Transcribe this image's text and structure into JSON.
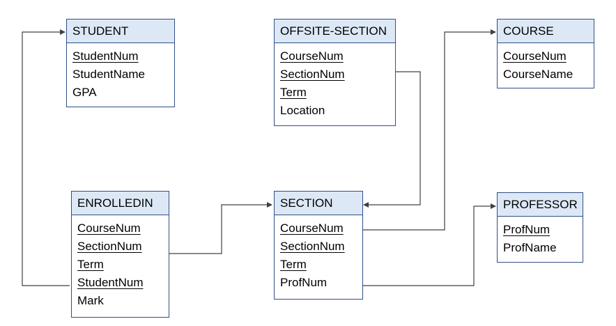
{
  "entities": {
    "student": {
      "name": "STUDENT",
      "attributes": [
        {
          "text": "StudentNum",
          "key": true
        },
        {
          "text": "StudentName",
          "key": false
        },
        {
          "text": "GPA",
          "key": false
        }
      ]
    },
    "offsite_section": {
      "name": "OFFSITE-SECTION",
      "attributes": [
        {
          "text": "CourseNum",
          "key": true
        },
        {
          "text": "SectionNum",
          "key": true
        },
        {
          "text": "Term",
          "key": true
        },
        {
          "text": "Location",
          "key": false
        }
      ]
    },
    "course": {
      "name": "COURSE",
      "attributes": [
        {
          "text": "CourseNum",
          "key": true
        },
        {
          "text": "CourseName",
          "key": false
        }
      ]
    },
    "enrolledin": {
      "name": "ENROLLEDIN",
      "attributes": [
        {
          "text": "CourseNum",
          "key": true
        },
        {
          "text": "SectionNum",
          "key": true
        },
        {
          "text": "Term",
          "key": true
        },
        {
          "text": "StudentNum",
          "key": true
        },
        {
          "text": "Mark",
          "key": false
        }
      ]
    },
    "section": {
      "name": "SECTION",
      "attributes": [
        {
          "text": "CourseNum",
          "key": true
        },
        {
          "text": "SectionNum",
          "key": true
        },
        {
          "text": "Term",
          "key": true
        },
        {
          "text": "ProfNum",
          "key": false
        }
      ]
    },
    "professor": {
      "name": "PROFESSOR",
      "attributes": [
        {
          "text": "ProfNum",
          "key": true
        },
        {
          "text": "ProfName",
          "key": false
        }
      ]
    }
  },
  "relationships": [
    {
      "from": "enrolledin",
      "to": "student"
    },
    {
      "from": "enrolledin",
      "to": "section"
    },
    {
      "from": "offsite_section",
      "to": "section"
    },
    {
      "from": "section",
      "to": "course"
    },
    {
      "from": "section",
      "to": "professor"
    }
  ],
  "colors": {
    "border": "#2f4f86",
    "header_fill": "#dde8f6",
    "line": "#404040"
  }
}
